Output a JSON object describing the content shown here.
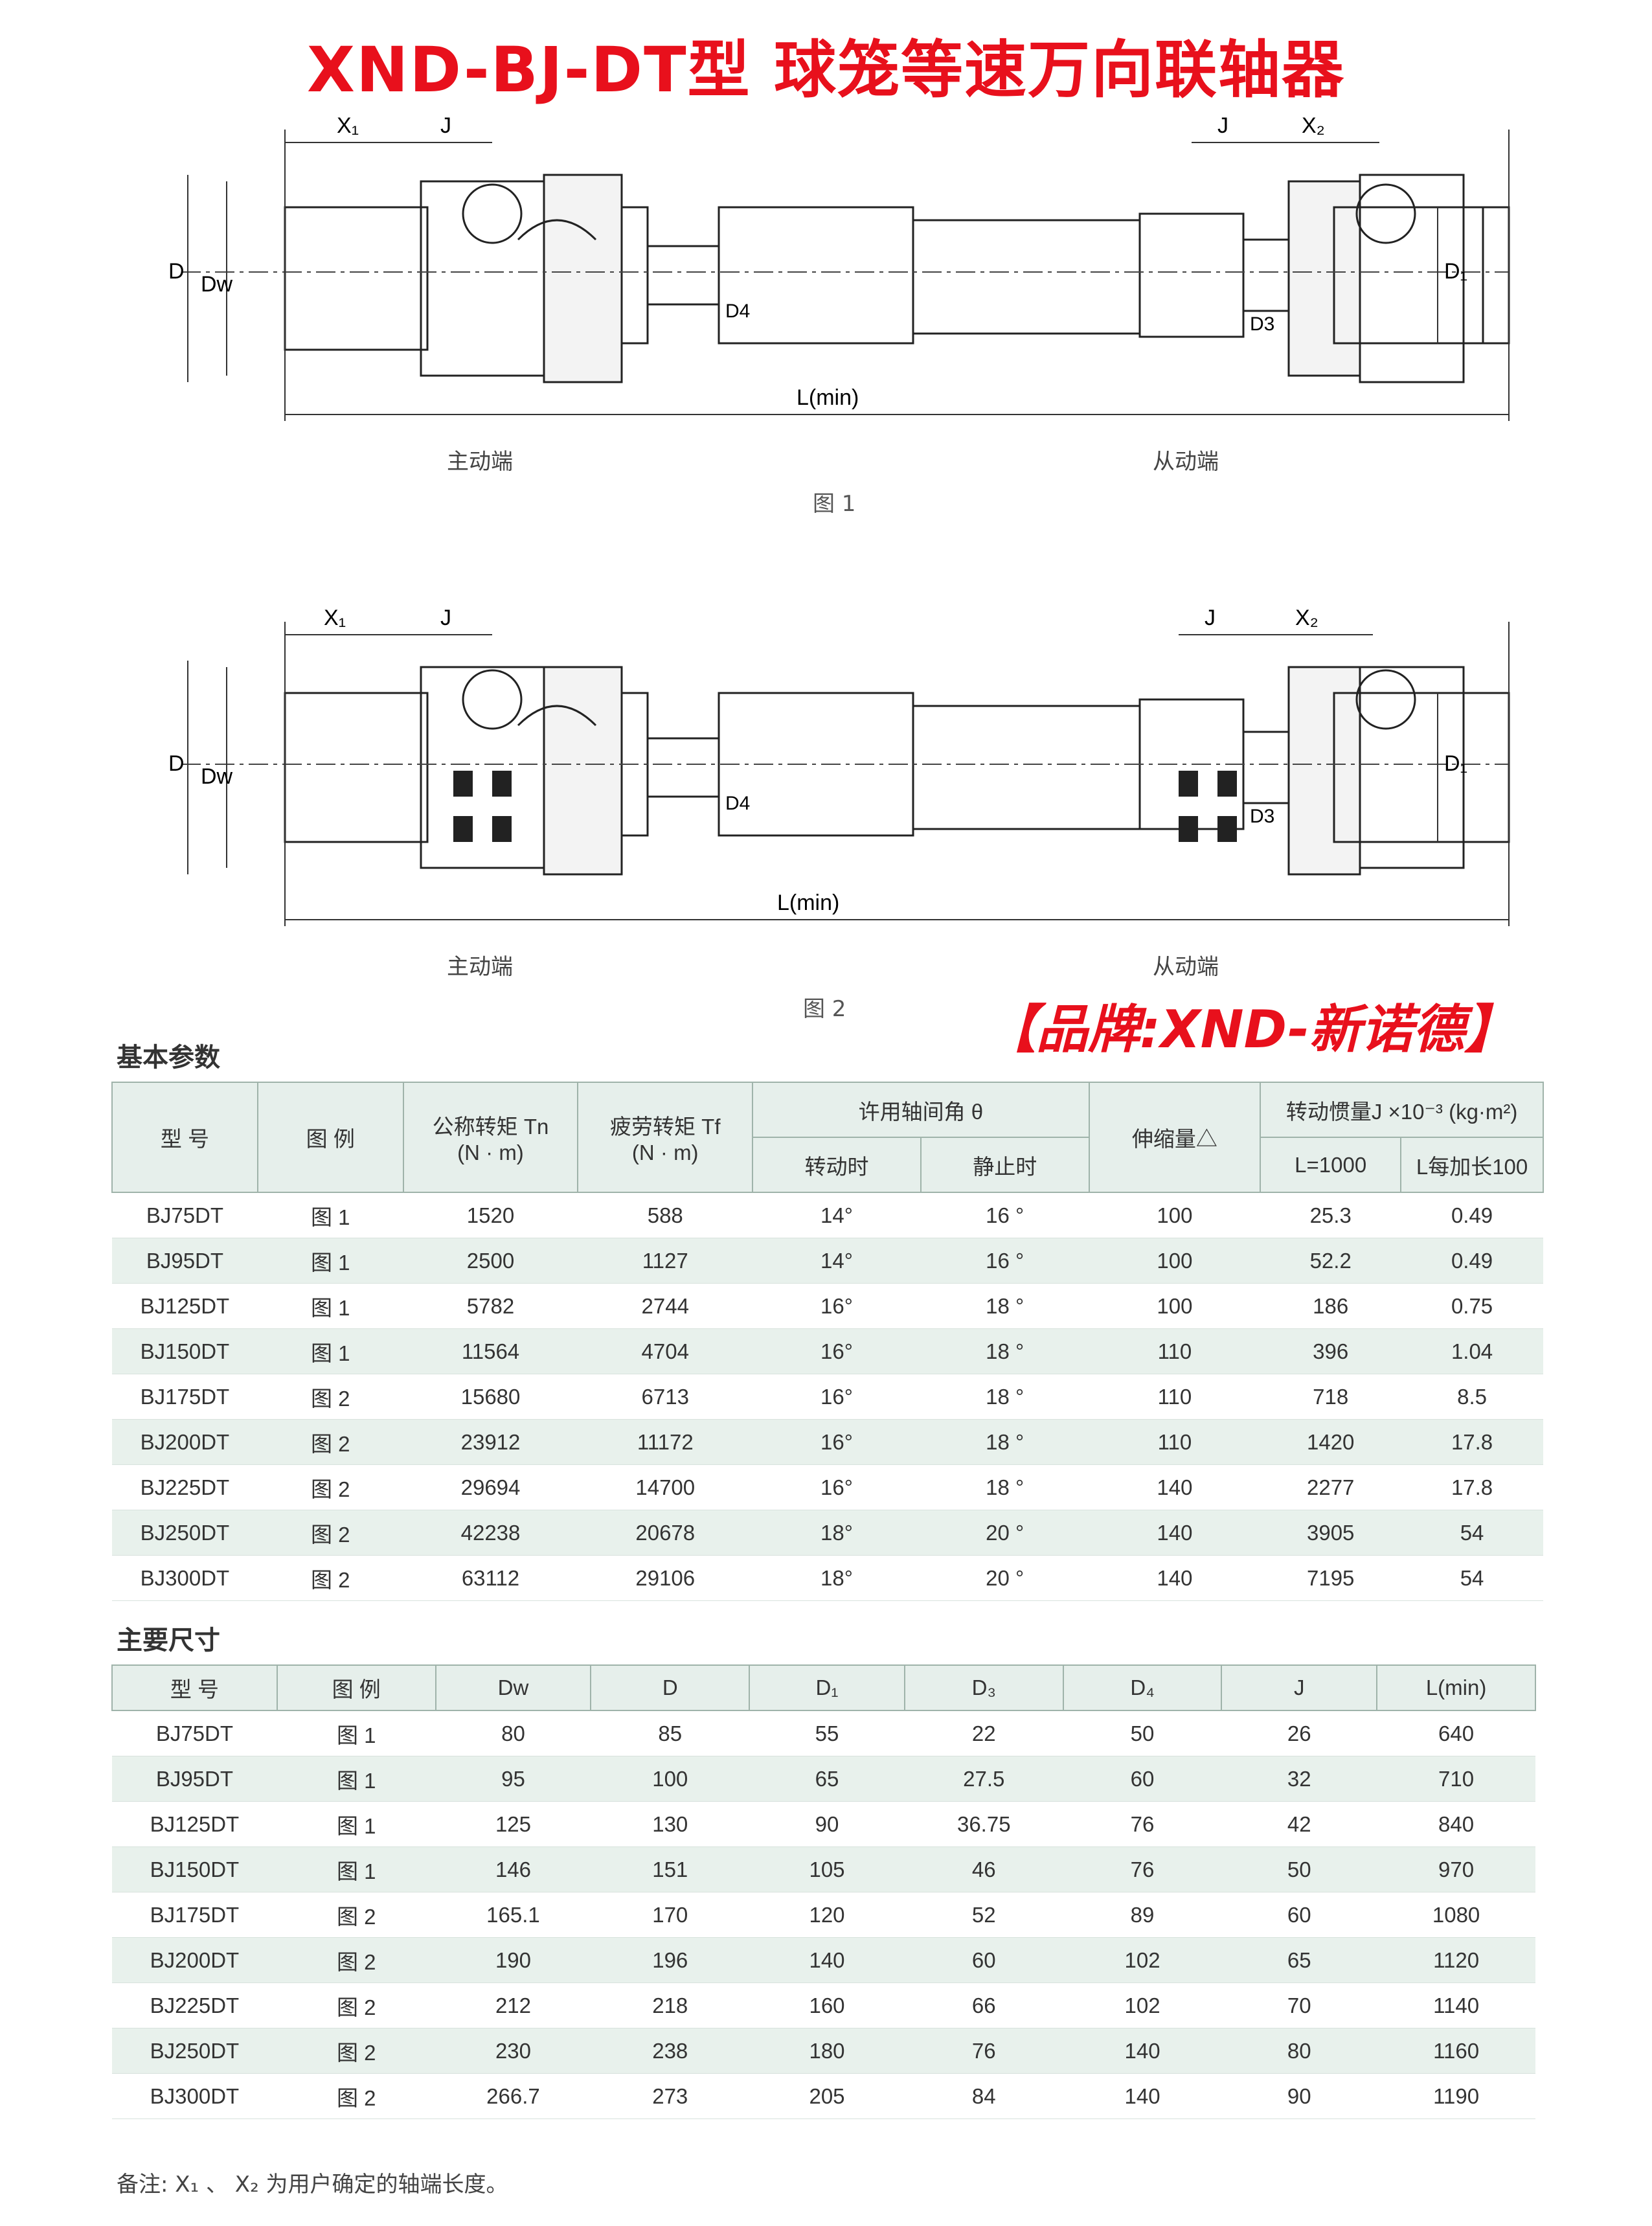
{
  "title": "XND-BJ-DT型 球笼等速万向联轴器",
  "brand": "【品牌:XND-新诺德】",
  "figure1": {
    "caption": "图 1",
    "driving_label": "主动端",
    "driven_label": "从动端",
    "dims": {
      "x1": "X₁",
      "j_left": "J",
      "j_right": "J",
      "x2": "X₂",
      "d": "D",
      "dw": "Dw",
      "d1": "D₁",
      "d3": "D3",
      "d4": "D4",
      "l": "L(min)"
    }
  },
  "figure2": {
    "caption": "图 2",
    "driving_label": "主动端",
    "driven_label": "从动端",
    "dims": {
      "x1": "X₁",
      "j_left": "J",
      "j_right": "J",
      "x2": "X₂",
      "d": "D",
      "dw": "Dw",
      "d1": "D₁",
      "d3": "D3",
      "d4": "D4",
      "l": "L(min)"
    }
  },
  "basic_params": {
    "heading": "基本参数",
    "headers": {
      "model": "型 号",
      "figure": "图 例",
      "tn": "公称转矩 Tn",
      "tn_unit": "(N · m)",
      "tf": "疲劳转矩 Tf",
      "tf_unit": "(N · m)",
      "angle": "许用轴间角 θ",
      "rotating": "转动时",
      "static": "静止时",
      "stretch": "伸缩量△",
      "inertia": "转动惯量J ×10⁻³ (kg·m²)",
      "l1000": "L=1000",
      "l100": "L每加长100"
    },
    "rows": [
      [
        "BJ75DT",
        "图 1",
        "1520",
        "588",
        "14°",
        "16 °",
        "100",
        "25.3",
        "0.49"
      ],
      [
        "BJ95DT",
        "图 1",
        "2500",
        "1127",
        "14°",
        "16 °",
        "100",
        "52.2",
        "0.49"
      ],
      [
        "BJ125DT",
        "图 1",
        "5782",
        "2744",
        "16°",
        "18 °",
        "100",
        "186",
        "0.75"
      ],
      [
        "BJ150DT",
        "图 1",
        "11564",
        "4704",
        "16°",
        "18 °",
        "110",
        "396",
        "1.04"
      ],
      [
        "BJ175DT",
        "图 2",
        "15680",
        "6713",
        "16°",
        "18 °",
        "110",
        "718",
        "8.5"
      ],
      [
        "BJ200DT",
        "图 2",
        "23912",
        "11172",
        "16°",
        "18 °",
        "110",
        "1420",
        "17.8"
      ],
      [
        "BJ225DT",
        "图 2",
        "29694",
        "14700",
        "16°",
        "18 °",
        "140",
        "2277",
        "17.8"
      ],
      [
        "BJ250DT",
        "图 2",
        "42238",
        "20678",
        "18°",
        "20 °",
        "140",
        "3905",
        "54"
      ],
      [
        "BJ300DT",
        "图 2",
        "63112",
        "29106",
        "18°",
        "20 °",
        "140",
        "7195",
        "54"
      ]
    ]
  },
  "main_dims": {
    "heading": "主要尺寸",
    "headers": [
      "型 号",
      "图 例",
      "Dw",
      "D",
      "D₁",
      "D₃",
      "D₄",
      "J",
      "L(min)"
    ],
    "rows": [
      [
        "BJ75DT",
        "图 1",
        "80",
        "85",
        "55",
        "22",
        "50",
        "26",
        "640"
      ],
      [
        "BJ95DT",
        "图 1",
        "95",
        "100",
        "65",
        "27.5",
        "60",
        "32",
        "710"
      ],
      [
        "BJ125DT",
        "图 1",
        "125",
        "130",
        "90",
        "36.75",
        "76",
        "42",
        "840"
      ],
      [
        "BJ150DT",
        "图 1",
        "146",
        "151",
        "105",
        "46",
        "76",
        "50",
        "970"
      ],
      [
        "BJ175DT",
        "图 2",
        "165.1",
        "170",
        "120",
        "52",
        "89",
        "60",
        "1080"
      ],
      [
        "BJ200DT",
        "图 2",
        "190",
        "196",
        "140",
        "60",
        "102",
        "65",
        "1120"
      ],
      [
        "BJ225DT",
        "图 2",
        "212",
        "218",
        "160",
        "66",
        "102",
        "70",
        "1140"
      ],
      [
        "BJ250DT",
        "图 2",
        "230",
        "238",
        "180",
        "76",
        "140",
        "80",
        "1160"
      ],
      [
        "BJ300DT",
        "图 2",
        "266.7",
        "273",
        "205",
        "84",
        "140",
        "90",
        "1190"
      ]
    ]
  },
  "note": "备注:  X₁ 、 X₂ 为用户确定的轴端长度。"
}
